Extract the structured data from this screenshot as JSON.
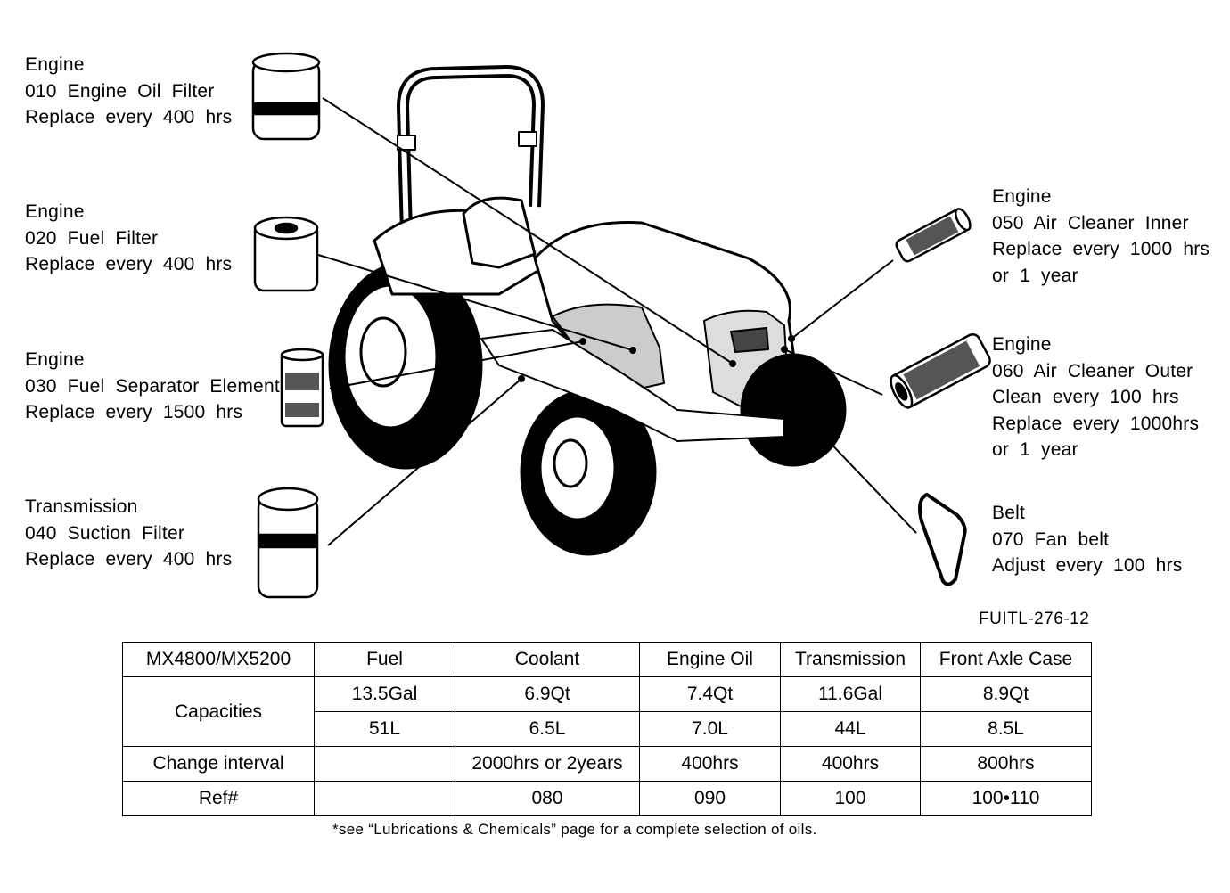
{
  "callouts": [
    {
      "id": "c010",
      "lines": [
        "Engine",
        "010 Engine Oil Filter",
        "Replace every 400 hrs"
      ]
    },
    {
      "id": "c020",
      "lines": [
        "Engine",
        "020 Fuel Filter",
        "Replace every 400 hrs"
      ]
    },
    {
      "id": "c030",
      "lines": [
        "Engine",
        "030 Fuel Separator Element",
        "Replace every 1500 hrs"
      ]
    },
    {
      "id": "c040",
      "lines": [
        "Transmission",
        "040 Suction Filter",
        "Replace every 400 hrs"
      ]
    },
    {
      "id": "c050",
      "lines": [
        "Engine",
        "050 Air Cleaner Inner",
        "Replace every 1000 hrs",
        "or 1 year"
      ]
    },
    {
      "id": "c060",
      "lines": [
        "Engine",
        "060 Air Cleaner Outer",
        "Clean every 100 hrs",
        "Replace every 1000hrs",
        "or 1 year"
      ]
    },
    {
      "id": "c070",
      "lines": [
        "Belt",
        "070 Fan belt",
        "Adjust every 100 hrs"
      ]
    }
  ],
  "figure_code": "FUITL-276-12",
  "table": {
    "header": [
      "MX4800/MX5200",
      "Fuel",
      "Coolant",
      "Engine Oil",
      "Transmission",
      "Front Axle Case"
    ],
    "capacities_label": "Capacities",
    "capacities_row1": [
      "13.5Gal",
      "6.9Qt",
      "7.4Qt",
      "11.6Gal",
      "8.9Qt"
    ],
    "capacities_row2": [
      "51L",
      "6.5L",
      "7.0L",
      "44L",
      "8.5L"
    ],
    "change_interval_label": "Change interval",
    "change_interval": [
      "",
      "2000hrs or 2years",
      "400hrs",
      "400hrs",
      "800hrs"
    ],
    "ref_label": "Ref#",
    "ref": [
      "",
      "080",
      "090",
      "100",
      "100•110"
    ]
  },
  "footnote": "*see “Lubrications & Chemicals” page for a complete selection of oils."
}
